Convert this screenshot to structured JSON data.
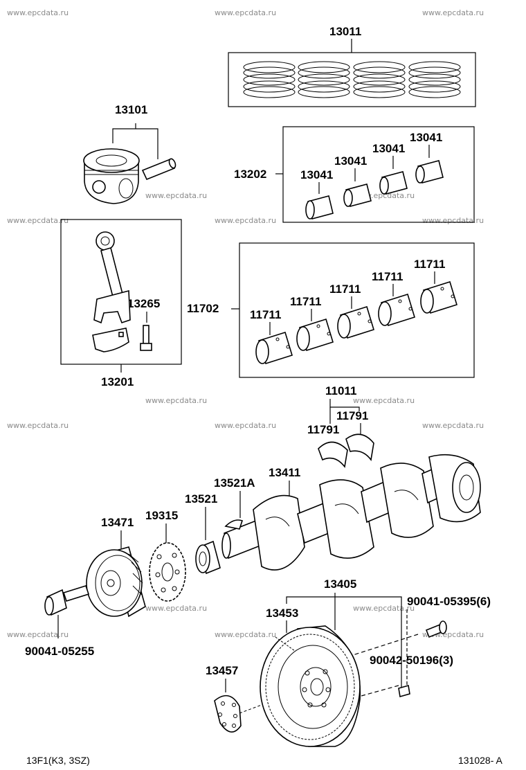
{
  "watermark": "www.epcdata.ru",
  "labels": {
    "rings_set": "13011",
    "piston": "13101",
    "rod_bearing_set": "13202",
    "rod_bearing_a": "13041",
    "rod_bearing_b": "13041",
    "rod_bearing_c": "13041",
    "rod_bearing_d": "13041",
    "rod_bolt": "13265",
    "connecting_rod": "13201",
    "main_bearing_set": "11702",
    "main_bearing_a": "11711",
    "main_bearing_b": "11711",
    "main_bearing_c": "11711",
    "main_bearing_d": "11711",
    "main_bearing_e": "11711",
    "thrust_set": "11011",
    "thrust_a": "11791",
    "thrust_b": "11791",
    "key": "13521A",
    "crankshaft": "13411",
    "timing_gear": "13521",
    "sensor_plate": "19315",
    "crank_pulley": "13471",
    "pulley_bolt": "90041-05255",
    "flywheel_assy": "13405",
    "ring_gear": "13453",
    "flywheel_bolt": "90041-05395(6)",
    "flywheel_pin": "90042-50196(3)",
    "plate": "13457"
  },
  "footer": {
    "left": "13F1(K3, 3SZ)",
    "right": "131028- A"
  }
}
